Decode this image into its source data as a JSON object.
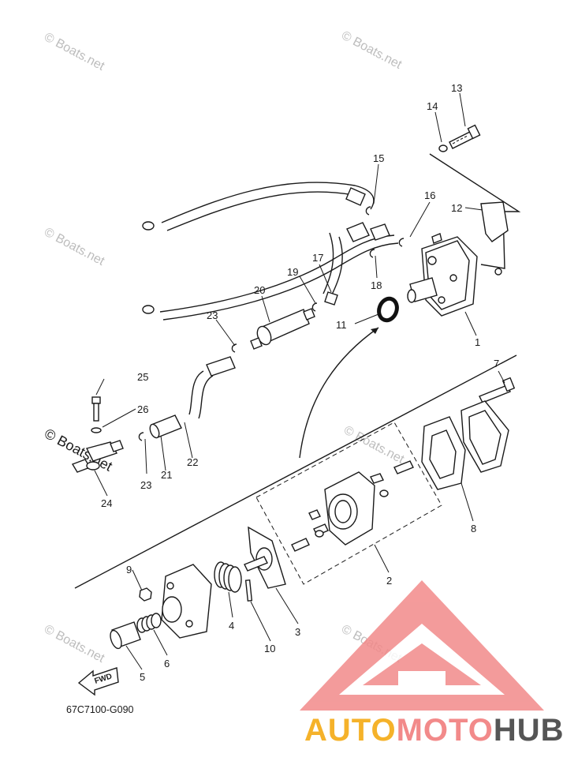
{
  "diagram_code": "67C7100-G090",
  "fwd_label": "FWD",
  "watermark": "© Boats.net",
  "logo": {
    "part1": "AUTO",
    "part2": "MOTO",
    "part3": "HUB"
  },
  "callouts": {
    "n1": "1",
    "n2": "2",
    "n3": "3",
    "n4": "4",
    "n5": "5",
    "n6": "6",
    "n7": "7",
    "n8": "8",
    "n9": "9",
    "n10": "10",
    "n11": "11",
    "n12": "12",
    "n13": "13",
    "n14": "14",
    "n15": "15",
    "n16": "16",
    "n17": "17",
    "n18": "18",
    "n19": "19",
    "n20": "20",
    "n21": "21",
    "n22": "22",
    "n23a": "23",
    "n23b": "23",
    "n24": "24",
    "n25": "25",
    "n26": "26"
  },
  "colors": {
    "logo_red": "#f28a8a",
    "logo_orange": "#f5b22a",
    "logo_gray": "#555555",
    "ink": "#1a1a1a",
    "watermark": "#bdbdbd"
  }
}
